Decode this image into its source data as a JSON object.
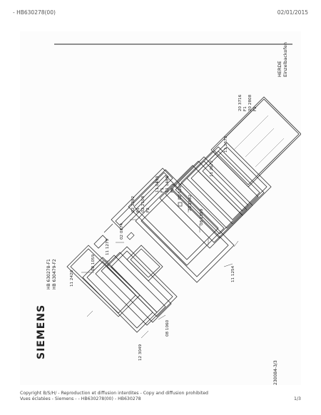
{
  "header": {
    "left": "- HB630278(00)",
    "right": "02/01/2015"
  },
  "sheet": {
    "brand": "SIEMENS",
    "models": [
      "HB 630278-F1",
      "HB 630479-F2"
    ],
    "title": [
      "HERDE",
      "Einzelbackofen"
    ],
    "doc_number": "230084-3/3",
    "labels": {
      "p112420": "11 2420",
      "p081059a": "08 1059",
      "p111279": "11 1279",
      "p020874": "02 0874",
      "p022282": "02 2282",
      "pF1a": "F1",
      "p022108": "02 2108",
      "pF2a": "F2",
      "p110493": "11 0493",
      "pF1b": "F1",
      "p110485": "11 1485",
      "pF2b": "F2",
      "p021265": "02 1265",
      "p202582": "20 2582",
      "p081059b": "08 1059",
      "p112672": "11 2672",
      "p112673": "11 2673",
      "p203716": "20 3716",
      "pF1c": "F1",
      "p202808": "20 2808",
      "pF2c": "F2",
      "p111254": "11 1254",
      "p081060": "08 1060",
      "p123049": "12 3049"
    }
  },
  "footer": {
    "line1": "Copyright B/S/H/ - Reproduction et diffusion interdites - Copy and diffusion prohibited",
    "line2": "Vues éclatées - Siemens - - HB630278(00) - HB630278",
    "page": "1/3"
  }
}
